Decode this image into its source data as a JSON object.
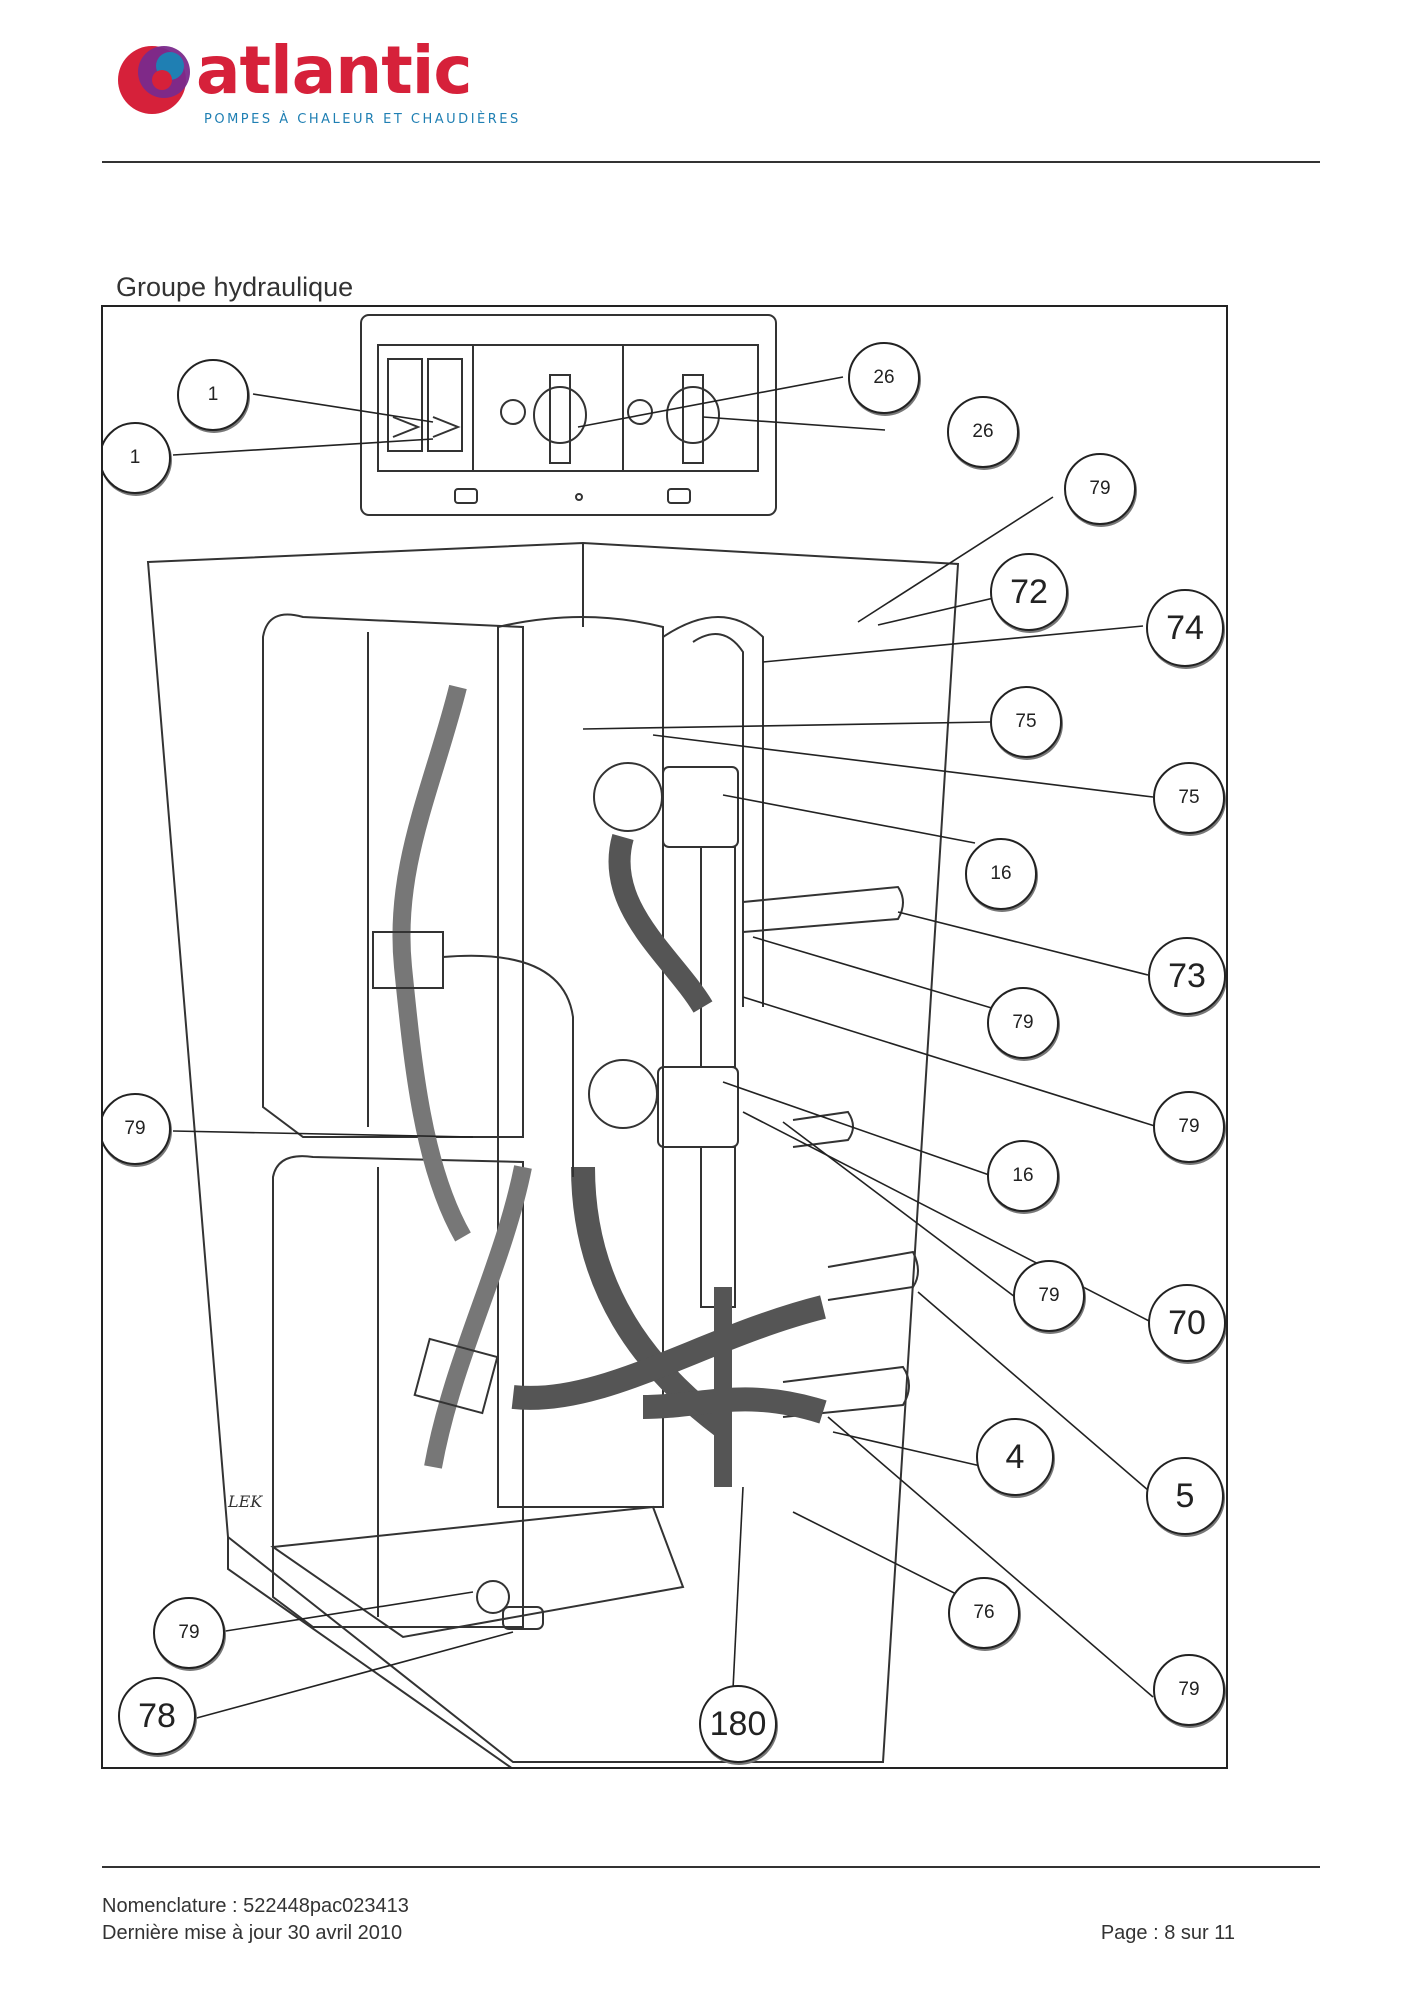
{
  "header": {
    "brand_name": "atlantic",
    "brand_tagline": "POMPES À CHALEUR ET CHAUDIÈRES",
    "brand_colors": {
      "red": "#d6213a",
      "purple": "#7a2a8c",
      "blue": "#1f7fb3"
    }
  },
  "section_title": "Groupe hydraulique",
  "figure": {
    "callouts": [
      {
        "label": "1",
        "size": "small"
      },
      {
        "label": "1",
        "size": "small"
      },
      {
        "label": "26",
        "size": "small"
      },
      {
        "label": "26",
        "size": "small"
      },
      {
        "label": "79",
        "size": "small"
      },
      {
        "label": "72",
        "size": "large"
      },
      {
        "label": "74",
        "size": "large"
      },
      {
        "label": "75",
        "size": "small"
      },
      {
        "label": "75",
        "size": "small"
      },
      {
        "label": "16",
        "size": "small"
      },
      {
        "label": "73",
        "size": "large"
      },
      {
        "label": "79",
        "size": "small"
      },
      {
        "label": "79",
        "size": "small"
      },
      {
        "label": "79",
        "size": "small"
      },
      {
        "label": "16",
        "size": "small"
      },
      {
        "label": "79",
        "size": "small"
      },
      {
        "label": "70",
        "size": "large"
      },
      {
        "label": "4",
        "size": "large"
      },
      {
        "label": "5",
        "size": "large"
      },
      {
        "label": "76",
        "size": "small"
      },
      {
        "label": "79",
        "size": "small"
      },
      {
        "label": "79",
        "size": "small"
      },
      {
        "label": "78",
        "size": "large"
      },
      {
        "label": "180",
        "size": "large"
      }
    ]
  },
  "footer": {
    "nomenclature": "Nomenclature : 522448pac023413",
    "last_update": "Dernière mise à jour 30 avril 2010",
    "page": "Page : 8 sur 11"
  }
}
